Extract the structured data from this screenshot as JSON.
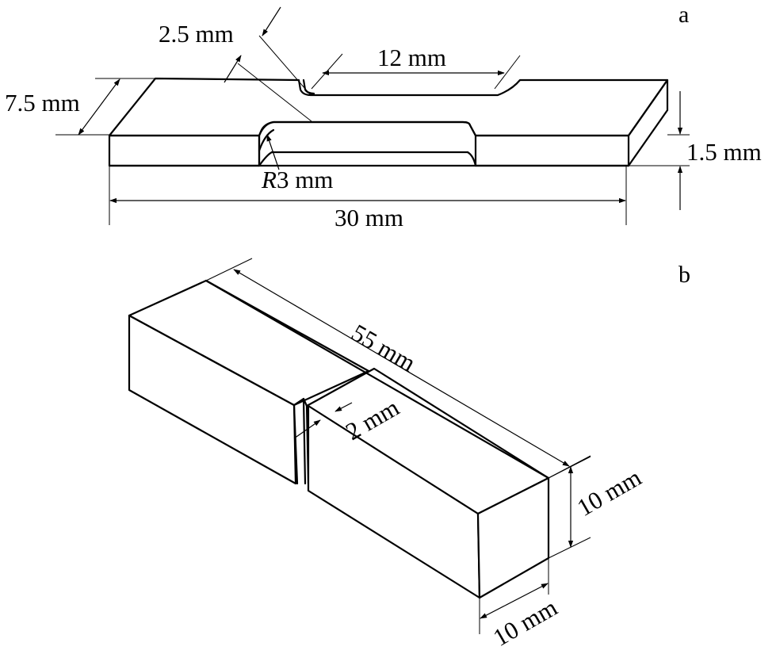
{
  "panels": {
    "a": "a",
    "b": "b"
  },
  "tensile_specimen": {
    "dim_gauge_width": "2.5 mm",
    "dim_gauge_length": "12 mm",
    "dim_grip_width": "7.5 mm",
    "dim_thickness": "1.5 mm",
    "dim_fillet_radius_symbol": "R",
    "dim_fillet_radius_value": "3 mm",
    "dim_total_length": "30 mm"
  },
  "impact_specimen": {
    "dim_length": "55 mm",
    "dim_notch_depth": "2 mm",
    "dim_height": "10 mm",
    "dim_width": "10 mm"
  }
}
